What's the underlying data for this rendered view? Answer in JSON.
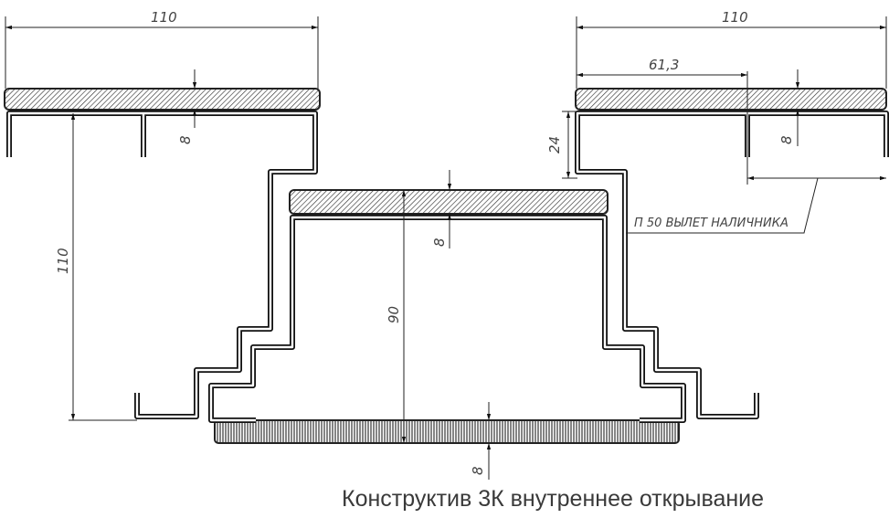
{
  "dimensions": {
    "top_left_width": "110",
    "top_right_width": "110",
    "offset": "61,3",
    "step_height": "24",
    "left_height": "110",
    "inner_height": "90",
    "thickness_top_left": "8",
    "thickness_top_right": "8",
    "thickness_middle": "8",
    "thickness_bottom": "8"
  },
  "annotation": "П 50 ВЫЛЕТ НАЛИЧНИКА",
  "caption": "Конструктив 3К внутреннее открывание",
  "colors": {
    "line": "#111111",
    "text": "#3a3a3a"
  }
}
